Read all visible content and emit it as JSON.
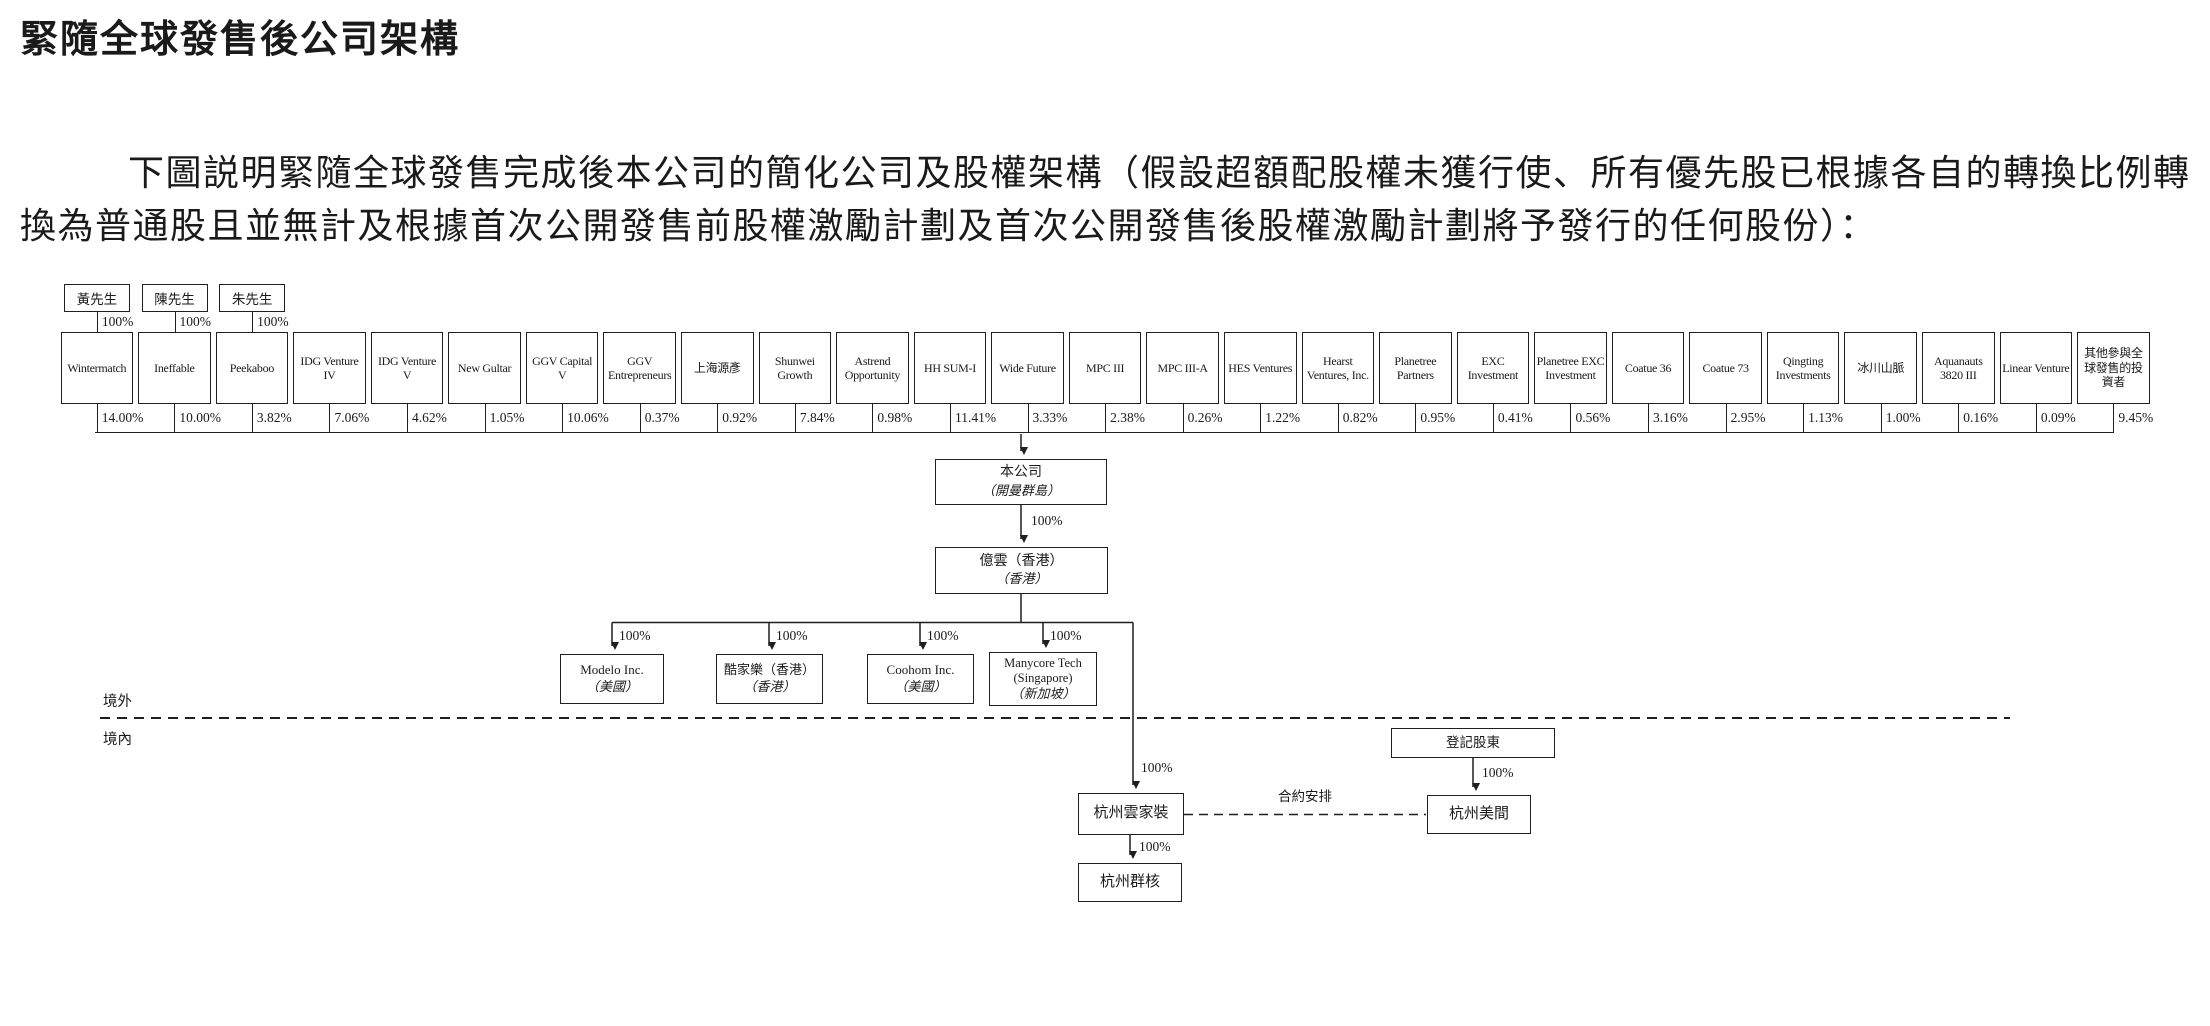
{
  "page_title": "緊隨全球發售後公司架構",
  "intro": {
    "lines": [
      "下圖説明緊隨全球發售完成後本公司的簡化公司及股權架構（假設超額配股權未獲行使、所有優先股已根據各自的轉換比例轉",
      "換為普通股且並無計及根據首次公開發售前股權激勵計劃及首次公開發售後股權激勵計劃將予發行的任何股份）："
    ]
  },
  "founders": [
    {
      "name": "黃先生",
      "pct": "100%"
    },
    {
      "name": "陳先生",
      "pct": "100%"
    },
    {
      "name": "朱先生",
      "pct": "100%"
    }
  ],
  "shareholders": [
    {
      "name": "Wintermatch",
      "pct": "14.00%"
    },
    {
      "name": "Ineffable",
      "pct": "10.00%"
    },
    {
      "name": "Peekaboo",
      "pct": "3.82%"
    },
    {
      "name": "IDG Venture IV",
      "pct": "7.06%"
    },
    {
      "name": "IDG Venture V",
      "pct": "4.62%"
    },
    {
      "name": "New Gultar",
      "pct": "1.05%"
    },
    {
      "name": "GGV Capital V",
      "pct": "10.06%"
    },
    {
      "name": "GGV Entrepreneurs",
      "pct": "0.37%"
    },
    {
      "name": "上海源彥",
      "pct": "0.92%"
    },
    {
      "name": "Shunwei Growth",
      "pct": "7.84%"
    },
    {
      "name": "Astrend Opportunity",
      "pct": "0.98%"
    },
    {
      "name": "HH SUM-I",
      "pct": "11.41%"
    },
    {
      "name": "Wide Future",
      "pct": "3.33%"
    },
    {
      "name": "MPC III",
      "pct": "2.38%"
    },
    {
      "name": "MPC III-A",
      "pct": "0.26%"
    },
    {
      "name": "HES Ventures",
      "pct": "1.22%"
    },
    {
      "name": "Hearst Ventures, Inc.",
      "pct": "0.82%"
    },
    {
      "name": "Planetree Partners",
      "pct": "0.95%"
    },
    {
      "name": "EXC Investment",
      "pct": "0.41%"
    },
    {
      "name": "Planetree EXC Investment",
      "pct": "0.56%"
    },
    {
      "name": "Coatue 36",
      "pct": "3.16%"
    },
    {
      "name": "Coatue 73",
      "pct": "2.95%"
    },
    {
      "name": "Qingting Investments",
      "pct": "1.13%"
    },
    {
      "name": "冰川山脈",
      "pct": "1.00%"
    },
    {
      "name": "Aquanauts 3820 III",
      "pct": "0.16%"
    },
    {
      "name": "Linear Venture",
      "pct": "0.09%"
    },
    {
      "name": "其他參與全球發售的投資者",
      "pct": "9.45%"
    }
  ],
  "entities": {
    "company": {
      "name": "本公司",
      "place": "（開曼群島）"
    },
    "hk": {
      "name": "億雲（香港）",
      "place": "（香港）"
    },
    "modelo": {
      "name": "Modelo Inc.",
      "place": "（美國）"
    },
    "kujiale": {
      "name": "酷家樂（香港）",
      "place": "（香港）"
    },
    "coohom": {
      "name": "Coohom Inc.",
      "place": "（美國）"
    },
    "manycore": {
      "name": "Manycore Tech (Singapore)",
      "place": "（新加坡）"
    },
    "registered": "登記股東",
    "meijian": "杭州美間",
    "yunjiazhuang": "杭州雲家裝",
    "qunhe": "杭州群核"
  },
  "labels": {
    "pct100": "100%",
    "offshore": "境外",
    "onshore": "境內",
    "contract": "合約安排"
  },
  "colors": {
    "ink": "#1a1a1a",
    "line": "#1f1f1f",
    "background": "#ffffff"
  }
}
